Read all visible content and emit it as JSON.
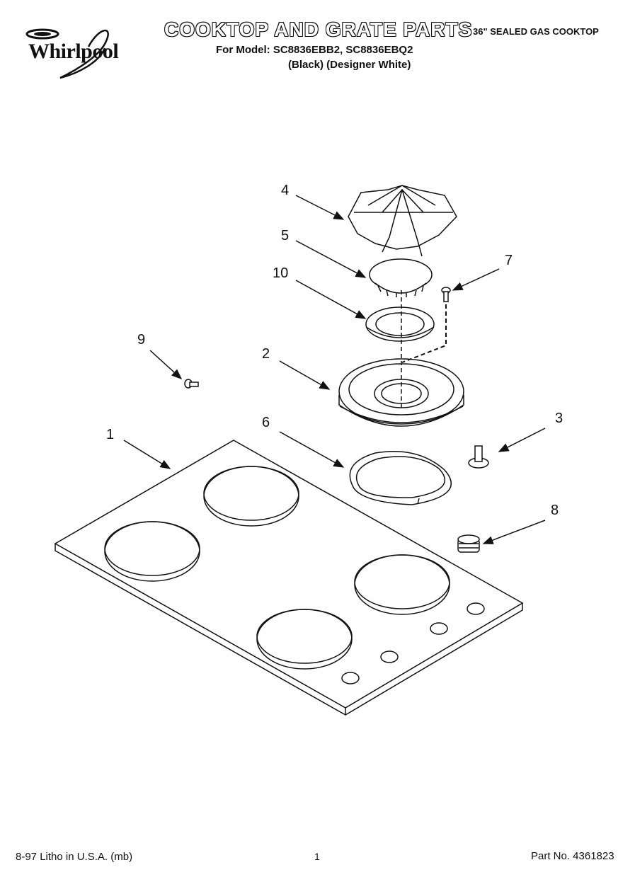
{
  "header": {
    "brand": "Whirlpool",
    "title": "COOKTOP AND GRATE PARTS",
    "subtitle": "36\" SEALED GAS COOKTOP",
    "models": "For Model: SC8836EBB2, SC8836EBQ2",
    "variants": "(Black) (Designer White)"
  },
  "callouts": [
    {
      "id": "1",
      "part": "cooktop"
    },
    {
      "id": "2",
      "part": "burner-base"
    },
    {
      "id": "3",
      "part": "knob-stem"
    },
    {
      "id": "4",
      "part": "grate"
    },
    {
      "id": "5",
      "part": "burner-cap"
    },
    {
      "id": "6",
      "part": "seal-ring"
    },
    {
      "id": "7",
      "part": "screw-7"
    },
    {
      "id": "8",
      "part": "spring-grommet"
    },
    {
      "id": "9",
      "part": "screw-9"
    },
    {
      "id": "10",
      "part": "burner-ring"
    }
  ],
  "footer": {
    "litho": "8-97 Litho in U.S.A. (mb)",
    "page": "1",
    "part_no": "Part No. 4361823"
  }
}
